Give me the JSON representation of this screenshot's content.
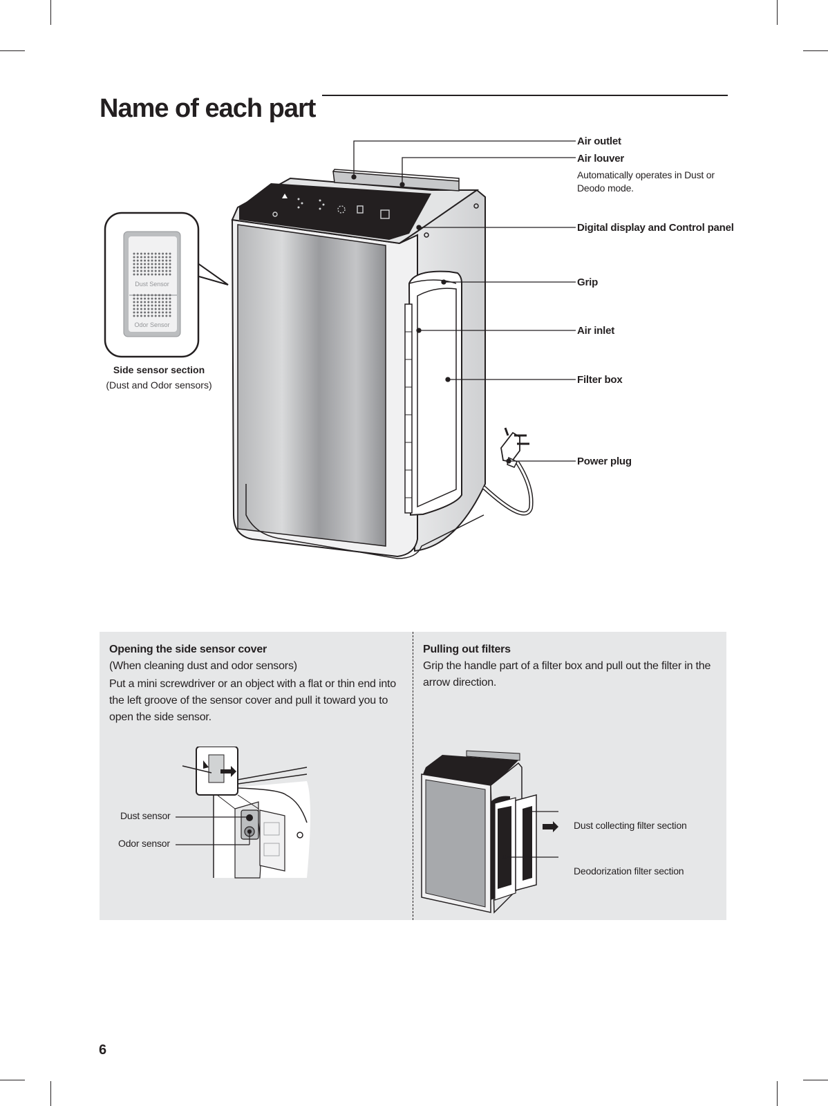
{
  "page_title": "Name of each part",
  "parts": {
    "air_outlet": "Air outlet",
    "air_louver": "Air louver",
    "air_louver_note": "Automatically operates in Dust or Deodo mode.",
    "control_panel": "Digital display and Control panel",
    "grip": "Grip",
    "air_inlet": "Air inlet",
    "filter_box": "Filter box",
    "power_plug": "Power plug"
  },
  "side_sensor": {
    "dust_label": "Dust Sensor",
    "odor_label": "Odor Sensor",
    "caption_title": "Side sensor section",
    "caption_sub": "(Dust and Odor sensors)"
  },
  "sensor_cover": {
    "heading": "Opening the side sensor cover",
    "subheading": "(When cleaning dust and odor sensors)",
    "body": "Put a mini screwdriver or an object with a flat or thin end into the left groove of the sensor cover and pull it toward you to open the side sensor.",
    "dust_sensor": "Dust sensor",
    "odor_sensor": "Odor sensor"
  },
  "filters": {
    "heading": "Pulling out filters",
    "body": "Grip the handle part of a filter box and pull out the filter in the arrow direction.",
    "dust_collecting": "Dust collecting filter section",
    "deodorization": "Deodorization filter section"
  },
  "page_number": "6"
}
